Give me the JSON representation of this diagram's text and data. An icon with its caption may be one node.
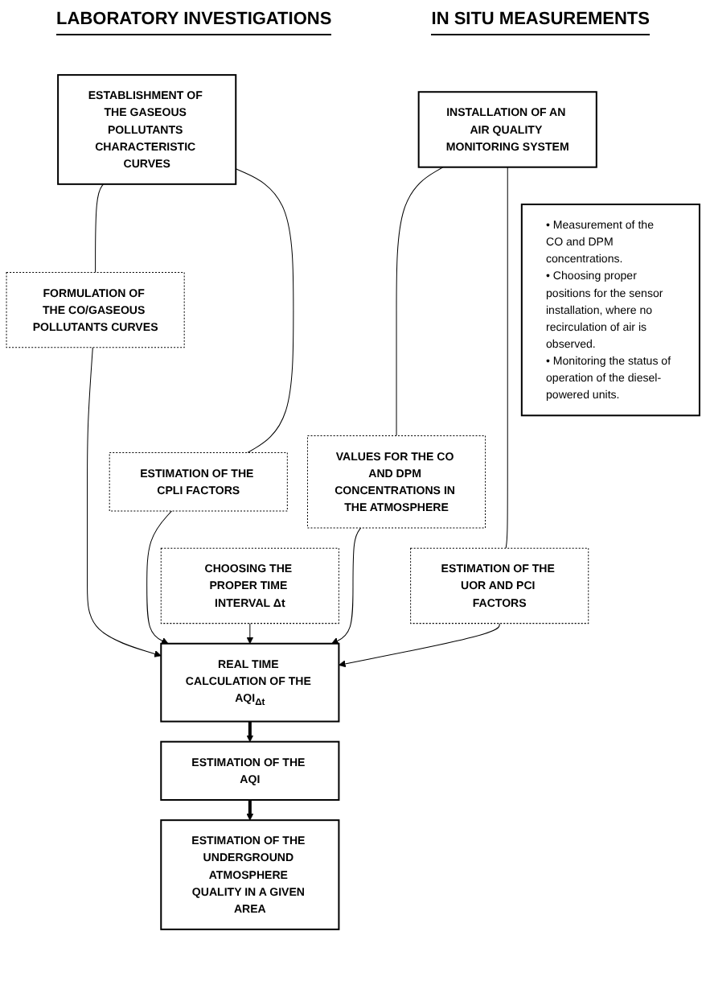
{
  "diagram": {
    "nodes": [
      {
        "text": [
          "ESTABLISHMENT OF THE GASEOUS POLLUTANTS CHARACTERISTIC CURVES"
        ]
      },
      {
        "text": [
          "FORMULATION OF THE CO/GASEOUS POLLUTANTS CURVES"
        ]
      },
      {
        "text": [
          "ESTIMATION OF THE CPLI FACTORS"
        ]
      },
      {
        "text": [
          "CHOOSING THE PROPER TIME INTERVAL Δt"
        ]
      },
      {
        "text": [
          "INSTALLATION OF AN AIR QUALITY MONITORING SYSTEM"
        ]
      },
      {
        "text": [
          "• Measurement of the CO and DPM concentrations.",
          "• Choosing proper positions for the sensor installation, where no recirculation of air is observed.",
          "• Monitoring the status of operation of the diesel-powered units."
        ]
      },
      {
        "text": [
          "VALUES FOR THE CO AND DPM CONCENTRATIONS IN THE ATMOSPHERE"
        ]
      },
      {
        "text": [
          "ESTIMATION OF THE UOR AND PCI FACTORS"
        ]
      },
      {
        "text": [
          "REAL TIME CALCULATION OF THE AQI$_{Δt}$"
        ]
      },
      {
        "text": [
          "ESTIMATION OF THE AQI"
        ]
      },
      {
        "text": [
          "ESTIMATION OF THE UNDERGROUND ATMOSPHERE QUALITY IN A GIVEN AREA"
        ]
      }
    ],
    "edges": [
      {
        "from": 0,
        "to": 1,
        "arrow": "none"
      },
      {
        "from": 0,
        "to": 2,
        "arrow": "none"
      },
      {
        "from": 4,
        "to": 6,
        "arrow": "none"
      },
      {
        "from": 4,
        "to": 7,
        "arrow": "none"
      },
      {
        "from": 1,
        "to": 8,
        "arrow": "to"
      },
      {
        "from": 2,
        "to": 8,
        "arrow": "to"
      },
      {
        "from": 3,
        "to": 8,
        "arrow": "to"
      },
      {
        "from": 6,
        "to": 8,
        "arrow": "to"
      },
      {
        "from": 7,
        "to": 8,
        "arrow": "to"
      },
      {
        "from": 8,
        "to": 9,
        "arrow": "to",
        "style": "thick"
      },
      {
        "from": 9,
        "to": 10,
        "arrow": "to",
        "style": "thick"
      }
    ],
    "labels": [
      "LABORATORY INVESTIGATIONS",
      "IN SITU MEASUREMENTS"
    ]
  }
}
